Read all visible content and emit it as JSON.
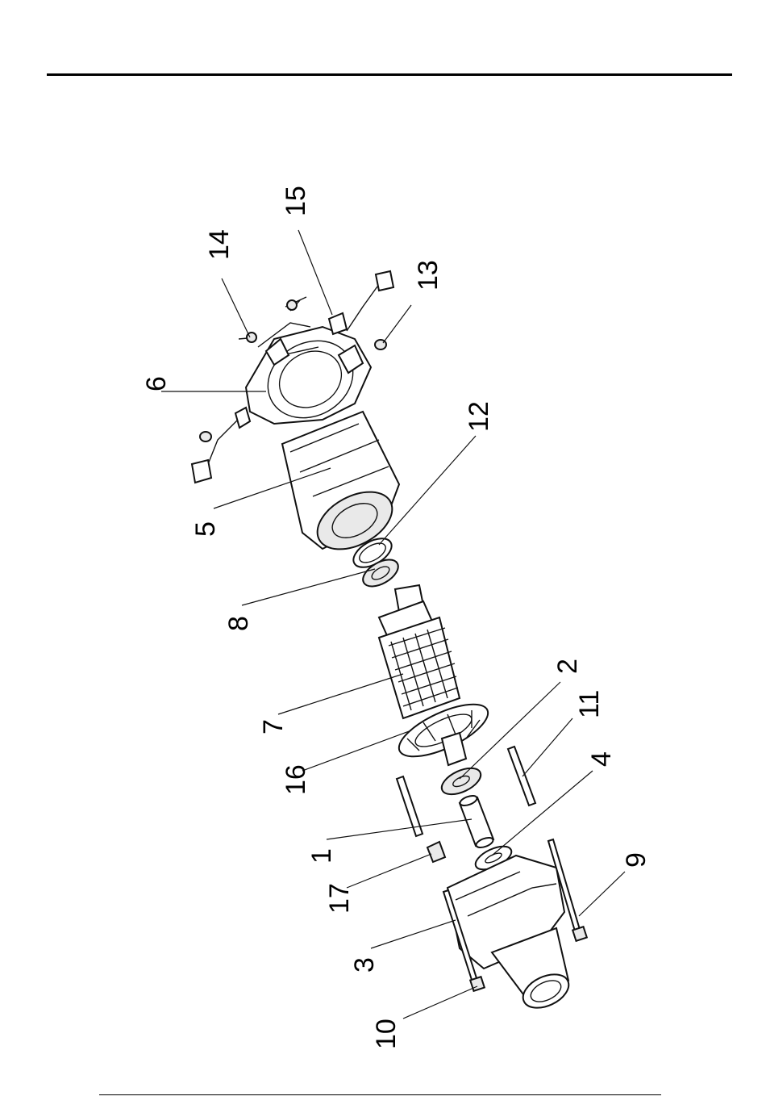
{
  "drawing": {
    "callouts": [
      {
        "id": "p15",
        "label": "15"
      },
      {
        "id": "p14",
        "label": "14"
      },
      {
        "id": "p13",
        "label": "13"
      },
      {
        "id": "p6",
        "label": "6"
      },
      {
        "id": "p12",
        "label": "12"
      },
      {
        "id": "p5",
        "label": "5"
      },
      {
        "id": "p8",
        "label": "8"
      },
      {
        "id": "p2",
        "label": "2"
      },
      {
        "id": "p11",
        "label": "11"
      },
      {
        "id": "p7",
        "label": "7"
      },
      {
        "id": "p4",
        "label": "4"
      },
      {
        "id": "p16",
        "label": "16"
      },
      {
        "id": "p1",
        "label": "1"
      },
      {
        "id": "p9",
        "label": "9"
      },
      {
        "id": "p17",
        "label": "17"
      },
      {
        "id": "p3",
        "label": "3"
      },
      {
        "id": "p10",
        "label": "10"
      }
    ]
  }
}
